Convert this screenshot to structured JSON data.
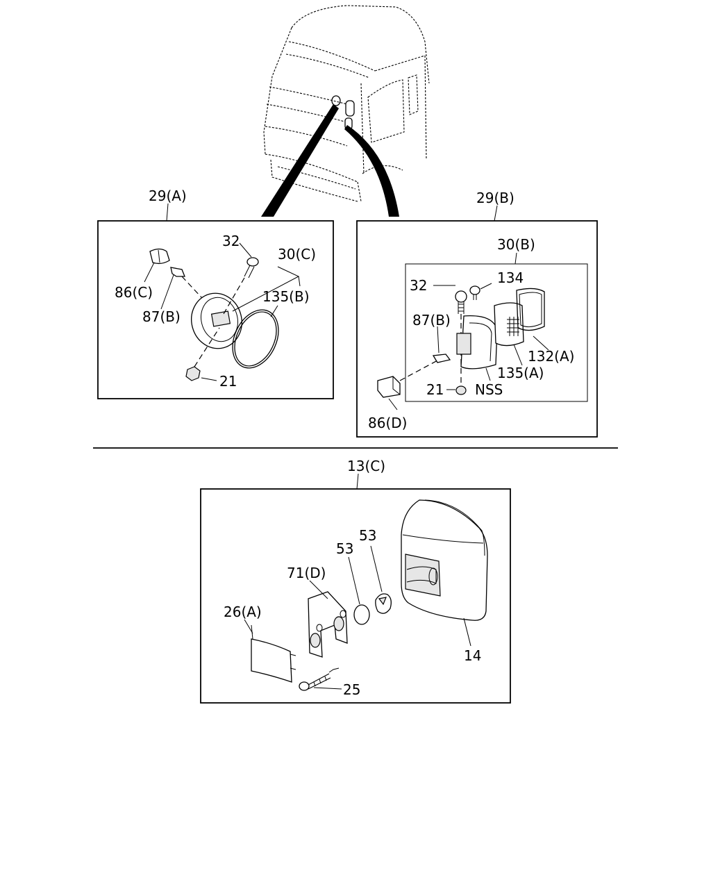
{
  "diagram": {
    "callouts": {
      "c_29a": "29(A)",
      "c_29b": "29(B)",
      "c_13c": "13(C)",
      "c_30c": "30(C)",
      "c_30b": "30(B)",
      "c_32a": "32",
      "c_32b": "32",
      "c_86c": "86(C)",
      "c_87b_a": "87(B)",
      "c_87b_b": "87(B)",
      "c_135b": "135(B)",
      "c_135a": "135(A)",
      "c_21a": "21",
      "c_21b": "21",
      "c_134": "134",
      "c_132a": "132(A)",
      "c_nss": "NSS",
      "c_86d": "86(D)",
      "c_71d": "71(D)",
      "c_53a": "53",
      "c_53b": "53",
      "c_26a": "26(A)",
      "c_25": "25",
      "c_14": "14"
    }
  }
}
